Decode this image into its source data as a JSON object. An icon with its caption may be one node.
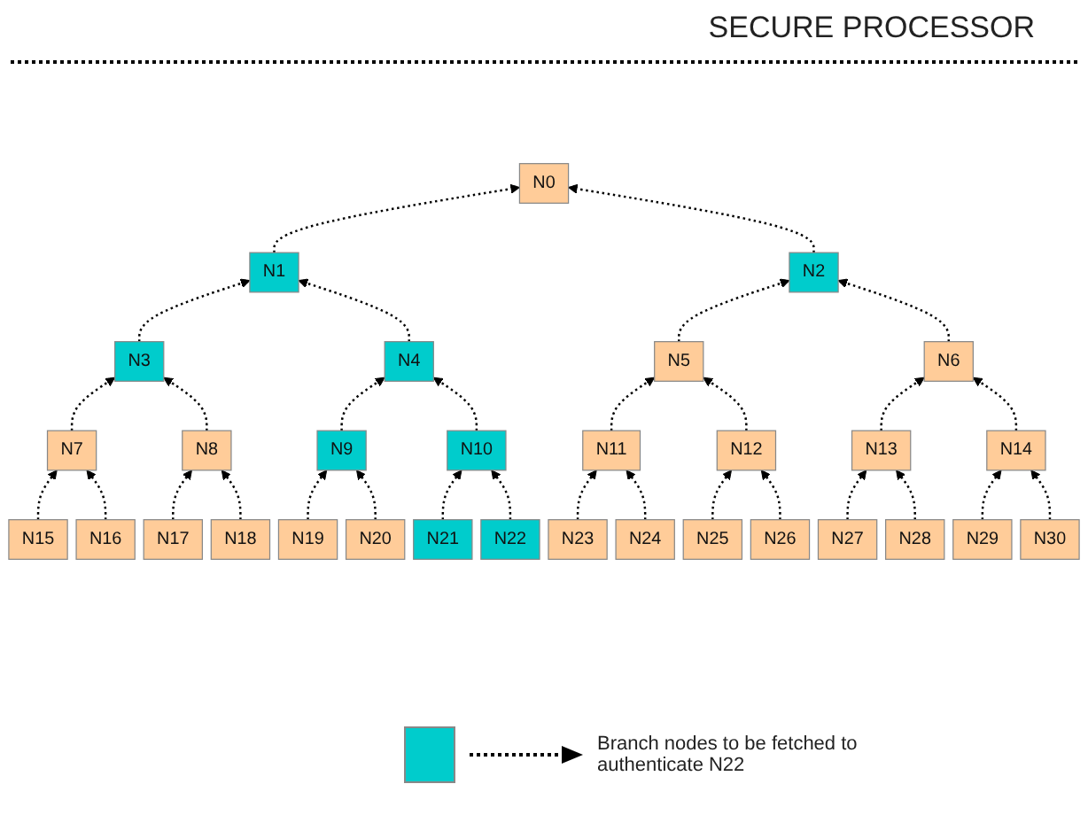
{
  "diagram": {
    "nodes": [
      {
        "text": [
          "N0"
        ]
      },
      {
        "text": [
          "N1"
        ]
      },
      {
        "text": [
          "N2"
        ]
      },
      {
        "text": [
          "N3"
        ]
      },
      {
        "text": [
          "N4"
        ]
      },
      {
        "text": [
          "N5"
        ]
      },
      {
        "text": [
          "N6"
        ]
      },
      {
        "text": [
          "N7"
        ]
      },
      {
        "text": [
          "N8"
        ]
      },
      {
        "text": [
          "N9"
        ]
      },
      {
        "text": [
          "N10"
        ]
      },
      {
        "text": [
          "N11"
        ]
      },
      {
        "text": [
          "N12"
        ]
      },
      {
        "text": [
          "N13"
        ]
      },
      {
        "text": [
          "N14"
        ]
      },
      {
        "text": [
          "N15"
        ]
      },
      {
        "text": [
          "N16"
        ]
      },
      {
        "text": [
          "N17"
        ]
      },
      {
        "text": [
          "N18"
        ]
      },
      {
        "text": [
          "N19"
        ]
      },
      {
        "text": [
          "N20"
        ]
      },
      {
        "text": [
          "N21"
        ]
      },
      {
        "text": [
          "N22"
        ]
      },
      {
        "text": [
          "N23"
        ]
      },
      {
        "text": [
          "N24"
        ]
      },
      {
        "text": [
          "N25"
        ]
      },
      {
        "text": [
          "N26"
        ]
      },
      {
        "text": [
          "N27"
        ]
      },
      {
        "text": [
          "N28"
        ]
      },
      {
        "text": [
          "N29"
        ]
      },
      {
        "text": [
          "N30"
        ]
      }
    ],
    "edges": [
      {
        "from": 1,
        "to": 0,
        "arrow": "to",
        "style": "dashed"
      },
      {
        "from": 2,
        "to": 0,
        "arrow": "to",
        "style": "dashed"
      },
      {
        "from": 3,
        "to": 1,
        "arrow": "to",
        "style": "dashed"
      },
      {
        "from": 4,
        "to": 1,
        "arrow": "to",
        "style": "dashed"
      },
      {
        "from": 5,
        "to": 2,
        "arrow": "to",
        "style": "dashed"
      },
      {
        "from": 6,
        "to": 2,
        "arrow": "to",
        "style": "dashed"
      },
      {
        "from": 7,
        "to": 3,
        "arrow": "to",
        "style": "dashed"
      },
      {
        "from": 8,
        "to": 3,
        "arrow": "to",
        "style": "dashed"
      },
      {
        "from": 9,
        "to": 4,
        "arrow": "to",
        "style": "dashed"
      },
      {
        "from": 10,
        "to": 4,
        "arrow": "to",
        "style": "dashed"
      },
      {
        "from": 11,
        "to": 5,
        "arrow": "to",
        "style": "dashed"
      },
      {
        "from": 12,
        "to": 5,
        "arrow": "to",
        "style": "dashed"
      },
      {
        "from": 13,
        "to": 6,
        "arrow": "to",
        "style": "dashed"
      },
      {
        "from": 14,
        "to": 6,
        "arrow": "to",
        "style": "dashed"
      },
      {
        "from": 15,
        "to": 7,
        "arrow": "to",
        "style": "dashed"
      },
      {
        "from": 16,
        "to": 7,
        "arrow": "to",
        "style": "dashed"
      },
      {
        "from": 17,
        "to": 8,
        "arrow": "to",
        "style": "dashed"
      },
      {
        "from": 18,
        "to": 8,
        "arrow": "to",
        "style": "dashed"
      },
      {
        "from": 19,
        "to": 9,
        "arrow": "to",
        "style": "dashed"
      },
      {
        "from": 20,
        "to": 9,
        "arrow": "to",
        "style": "dashed"
      },
      {
        "from": 21,
        "to": 10,
        "arrow": "to",
        "style": "dashed"
      },
      {
        "from": 22,
        "to": 10,
        "arrow": "to",
        "style": "dashed"
      },
      {
        "from": 23,
        "to": 11,
        "arrow": "to",
        "style": "dashed"
      },
      {
        "from": 24,
        "to": 11,
        "arrow": "to",
        "style": "dashed"
      },
      {
        "from": 25,
        "to": 12,
        "arrow": "to",
        "style": "dashed"
      },
      {
        "from": 26,
        "to": 12,
        "arrow": "to",
        "style": "dashed"
      },
      {
        "from": 27,
        "to": 13,
        "arrow": "to",
        "style": "dashed"
      },
      {
        "from": 28,
        "to": 13,
        "arrow": "to",
        "style": "dashed"
      },
      {
        "from": 29,
        "to": 14,
        "arrow": "to",
        "style": "dashed"
      },
      {
        "from": 30,
        "to": 14,
        "arrow": "to",
        "style": "dashed"
      }
    ],
    "labels": [
      "SECURE PROCESSOR"
    ],
    "legend": [
      {
        "text": "Branch nodes to be fetched to authenticate N22",
        "color": "#00cccc"
      }
    ]
  }
}
